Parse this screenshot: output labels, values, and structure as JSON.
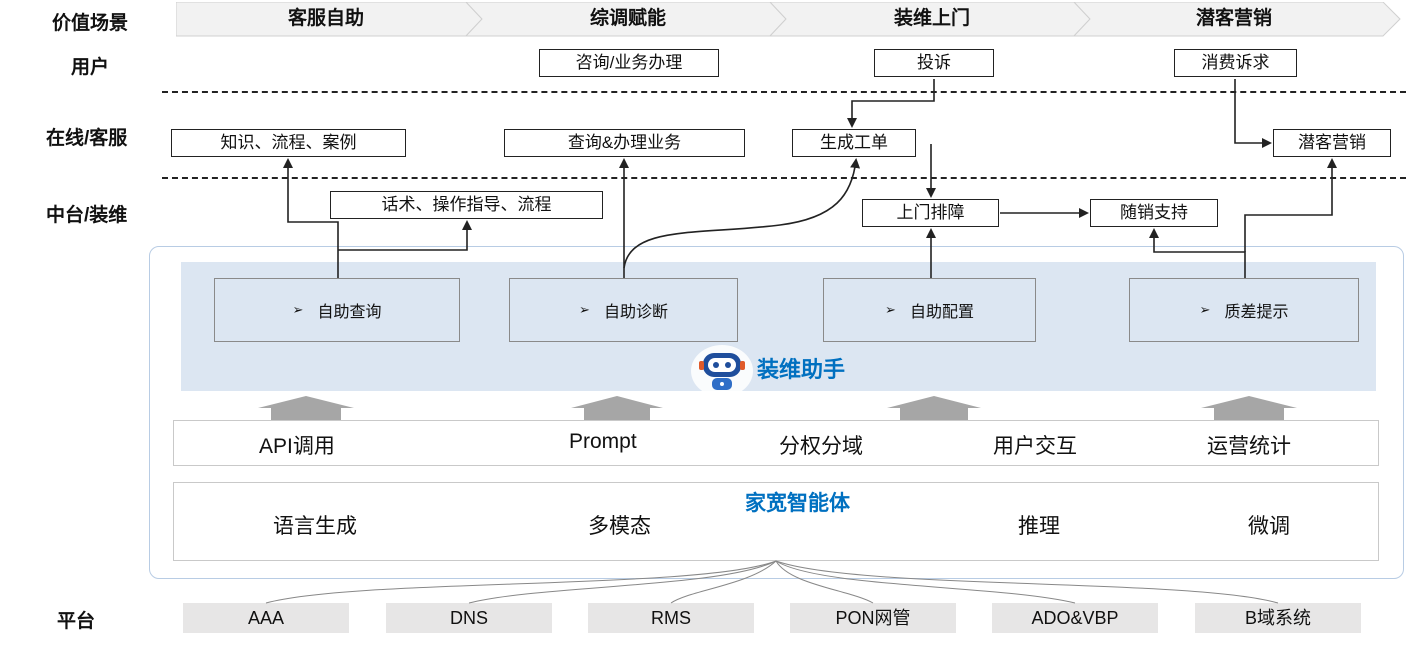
{
  "row_labels": {
    "value_scene": "价值场景",
    "user": "用户",
    "online": "在线/客服",
    "middle": "中台/装维",
    "platform": "平台"
  },
  "scenarios": [
    "客服自助",
    "综调赋能",
    "装维上门",
    "潜客营销"
  ],
  "user_boxes": {
    "consult": "咨询/业务办理",
    "complaint": "投诉",
    "demand": "消费诉求"
  },
  "online_boxes": {
    "knowledge": "知识、流程、案例",
    "query_business": "查询&办理业务",
    "work_order": "生成工单",
    "prospect_marketing": "潜客营销"
  },
  "middle_boxes": {
    "script_guide": "话术、操作指导、流程",
    "onsite_repair": "上门排障",
    "sales_support": "随销支持"
  },
  "functions": [
    "自助查询",
    "自助诊断",
    "自助配置",
    "质差提示"
  ],
  "function_bullet": "➢",
  "assistant": {
    "label": "装维助手",
    "icon": "robot-icon"
  },
  "capabilities": [
    "API调用",
    "Prompt",
    "分权分域",
    "用户交互",
    "运营统计"
  ],
  "agent": {
    "title": "家宽智能体",
    "items": [
      "语言生成",
      "多模态",
      "推理",
      "微调"
    ]
  },
  "platforms": [
    "AAA",
    "DNS",
    "RMS",
    "PON网管",
    "ADO&VBP",
    "B域系统"
  ],
  "colors": {
    "accent_blue": "#0070c0",
    "band_blue": "#dce6f2",
    "chevron_gray": "#f2f2f2",
    "platform_gray": "#e7e6e6",
    "up_arrow_gray": "#a6a6a6"
  }
}
